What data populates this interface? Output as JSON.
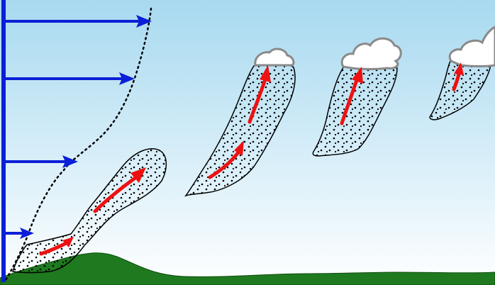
{
  "diagram": {
    "colors": {
      "sky_top": "#a7d9f0",
      "sky_bottom": "#ffffff",
      "ground": "#1f7a1f",
      "ground_edge": "#0c4a0c",
      "wind_profile": "#0b1fd6",
      "updraft_arrow": "#ee1111",
      "cloud_fill": "#ffffff",
      "cloud_edge": "#8a8a8a",
      "plume_outline": "#000000",
      "plume_dots": "#000000",
      "profile_envelope": "#000000"
    },
    "wind_arrows": [
      {
        "name": "wind-arrow-1",
        "strength": 5
      },
      {
        "name": "wind-arrow-2",
        "strength": 4
      },
      {
        "name": "wind-arrow-3",
        "strength": 3
      },
      {
        "name": "wind-arrow-4",
        "strength": 2
      }
    ],
    "thermal_stages": [
      {
        "name": "thermal-stage-1",
        "cloud": false
      },
      {
        "name": "thermal-stage-2",
        "cloud": true
      },
      {
        "name": "thermal-stage-3",
        "cloud": true
      },
      {
        "name": "thermal-stage-4",
        "cloud": true
      }
    ]
  }
}
